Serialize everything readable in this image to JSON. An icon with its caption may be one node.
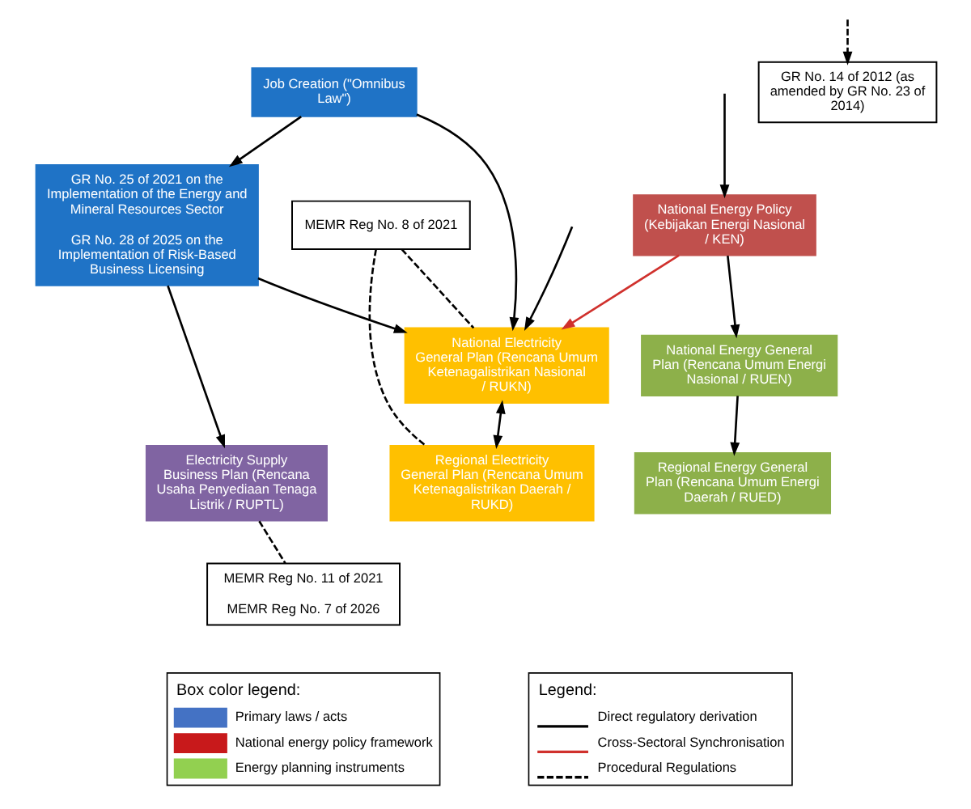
{
  "diagram": {
    "nodes": [
      {
        "text": [
          "Job Creation (\"Omnibus Law\")"
        ]
      },
      {
        "text": [
          "GR No. 14 of 2012 (as amended by GR No. 23 of 2014)"
        ]
      },
      {
        "text": [
          "National Energy Policy (Kebijakan Energi Nasional / KEN)"
        ]
      },
      {
        "text": [
          "GR No. 25 of 2021 on the Implementation of the Energy and Mineral Resources Sector",
          "GR No. 28 of 2025 on the Implementation of Risk-Based Business Licensing"
        ]
      },
      {
        "text": [
          "National Energy General Plan (Rencana Umum Energi Nasional / RUEN)"
        ]
      },
      {
        "text": [
          "National Electricity General Plan (Rencana Umum Ketenagalistrikan Nasional / RUKN)"
        ]
      },
      {
        "text": [
          "MEMR Reg No. 8 of 2021"
        ]
      },
      {
        "text": [
          "Regional Energy General Plan (Rencana Umum Energi Daerah / RUED)"
        ]
      },
      {
        "text": [
          "Regional Electricity General Plan (Rencana Umum Ketenagalistrikan Daerah / RUKD)"
        ]
      },
      {
        "text": [
          "Electricity Supply Business Plan (Rencana Usaha Penyediaan Tenaga Listrik / RUPTL)"
        ]
      },
      {
        "text": [
          "MEMR Reg No. 11 of 2021",
          "MEMR Reg No. 7 of 2026"
        ]
      }
    ],
    "edges": [
      {
        "from": null,
        "to": 2,
        "arrow": "to"
      },
      {
        "from": null,
        "to": 1,
        "arrow": "to",
        "style": "dashed"
      },
      {
        "from": 0,
        "to": 3,
        "arrow": "to"
      },
      {
        "from": null,
        "to": 5,
        "arrow": "to"
      },
      {
        "from": 0,
        "to": 5,
        "arrow": "to"
      },
      {
        "from": 2,
        "to": 5,
        "arrow": "to",
        "color": "#d0312d"
      },
      {
        "from": 3,
        "to": 5,
        "arrow": "to"
      },
      {
        "from": 2,
        "to": 4,
        "arrow": "to"
      },
      {
        "from": 3,
        "to": 9,
        "arrow": "to"
      },
      {
        "from": 4,
        "to": 7,
        "arrow": "to"
      },
      {
        "from": 5,
        "to": 8,
        "arrow": "both"
      },
      {
        "from": 6,
        "to": 5,
        "arrow": "none",
        "style": "dashed"
      },
      {
        "from": 6,
        "to": 8,
        "arrow": "none",
        "style": "dashed"
      },
      {
        "from": 9,
        "to": 10,
        "arrow": "none",
        "style": "dashed"
      }
    ],
    "labels": [
      "Legend:",
      "Box color legend:"
    ],
    "legend": [
      {
        "text": "Direct regulatory derivation"
      },
      {
        "text": "Cross-Sectoral Synchronisation"
      },
      {
        "text": "Procedural Regulations"
      },
      {
        "text": "Primary laws / acts",
        "color": "#4472c4"
      },
      {
        "text": "National energy policy framework",
        "color": "#c8191b"
      },
      {
        "text": "Energy planning instruments",
        "color": "#92d050"
      }
    ]
  }
}
